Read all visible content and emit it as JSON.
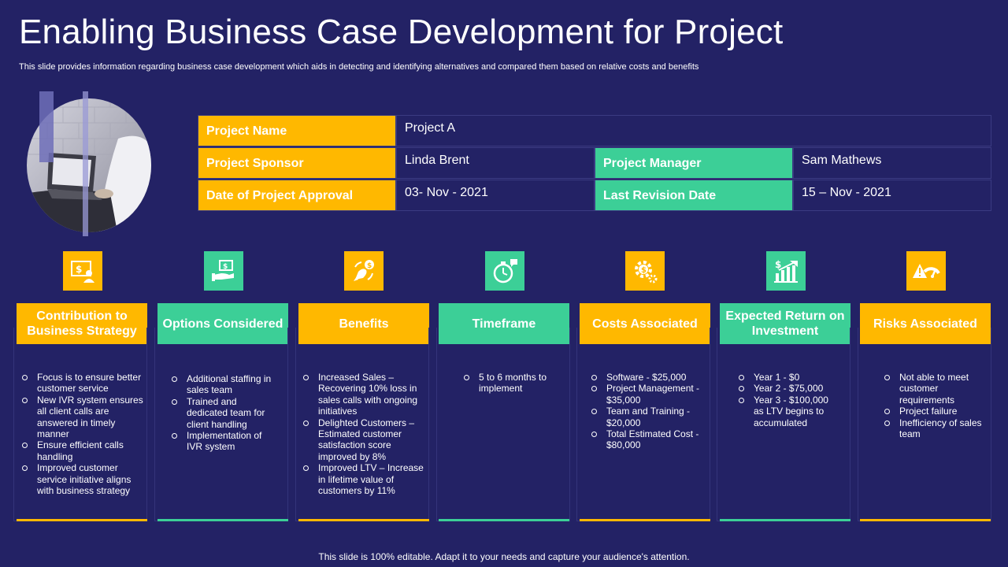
{
  "title": "Enabling Business Case Development for Project",
  "subtitle": "This slide provides information regarding business case development which aids in detecting and identifying alternatives and compared them based on relative costs and benefits",
  "info": {
    "project_name_label": "Project  Name",
    "project_name_value": "Project A",
    "project_sponsor_label": "Project  Sponsor",
    "project_sponsor_value": "Linda Brent",
    "project_manager_label": "Project  Manager",
    "project_manager_value": "Sam Mathews",
    "approval_date_label": "Date of  Project  Approval",
    "approval_date_value": "03- Nov  - 2021",
    "revision_date_label": "Last Revision  Date",
    "revision_date_value": "15 – Nov  - 2021"
  },
  "colors": {
    "background": "#232265",
    "yellow": "#ffb800",
    "green": "#3ccf97"
  },
  "columns": [
    {
      "icon": "business-strategy-icon",
      "heading": "Contribution to Business Strategy",
      "items": [
        "Focus is to ensure better customer service",
        "New IVR  system ensures all client calls are answered in timely manner",
        "Ensure efficient calls handling",
        "Improved customer service initiative aligns with business strategy"
      ]
    },
    {
      "icon": "hand-money-icon",
      "heading": "Options Considered",
      "items": [
        "Additional staffing in sales team",
        "Trained and dedicated team for client handling",
        "Implementation of IVR system"
      ]
    },
    {
      "icon": "rocket-dollar-icon",
      "heading": "Benefits",
      "items": [
        "Increased Sales – Recovering 10% loss in sales calls with ongoing initiatives",
        "Delighted Customers – Estimated customer satisfaction score improved by 8%",
        "Improved LTV  – Increase in lifetime value of customers by 11%"
      ]
    },
    {
      "icon": "stopwatch-icon",
      "heading": "Timeframe",
      "items": [
        "5 to 6 months to implement"
      ]
    },
    {
      "icon": "gear-dollar-icon",
      "heading": "Costs Associated",
      "items": [
        "Software -  $25,000",
        "Project Management - $35,000",
        "Team and Training - $20,000",
        "Total Estimated Cost - $80,000"
      ]
    },
    {
      "icon": "growth-chart-icon",
      "heading": "Expected Return on Investment",
      "items": [
        "Year 1 - $0",
        "Year 2 - $75,000",
        "Year 3 - $100,000 as LTV begins to accumulated"
      ]
    },
    {
      "icon": "warning-gauge-icon",
      "heading": "Risks Associated",
      "items": [
        "Not able to meet customer requirements",
        "Project failure",
        "Inefficiency of sales team"
      ]
    }
  ],
  "footer": "This slide is 100% editable. Adapt it to your needs and capture your audience's attention."
}
